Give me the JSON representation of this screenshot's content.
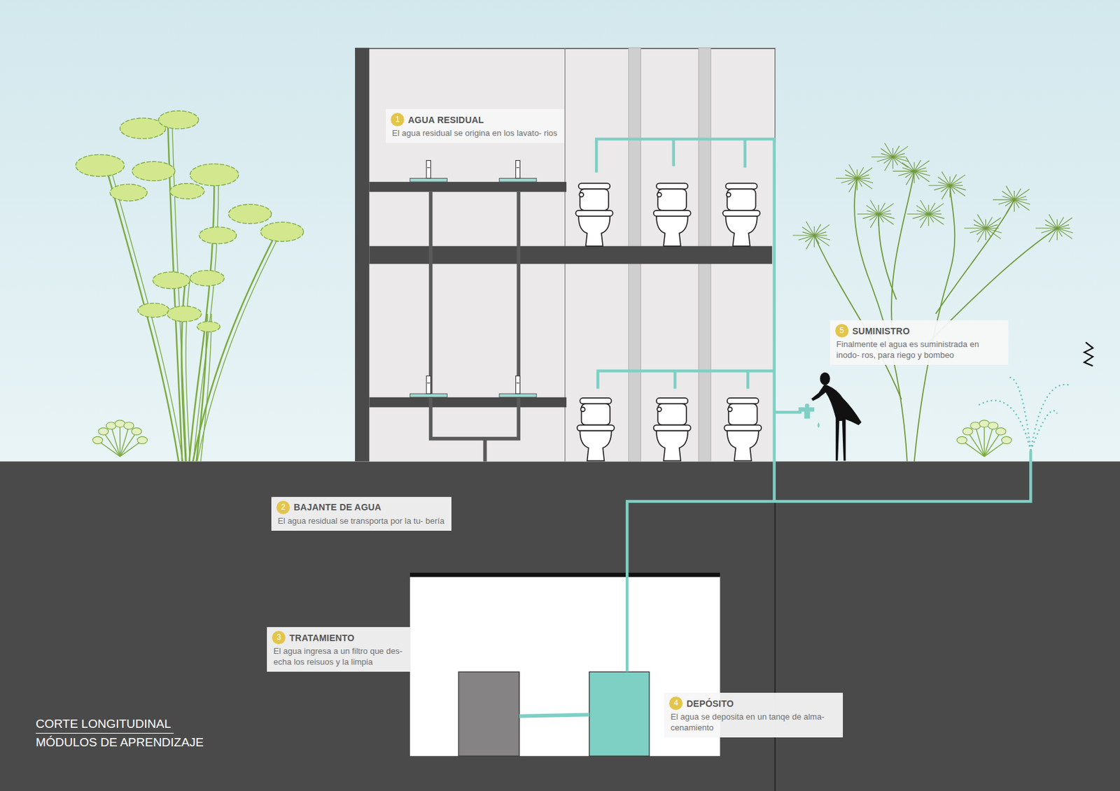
{
  "diagram": {
    "title": "CORTE LONGITUDINAL",
    "caption": "MÓDULOS DE APRENDIZAJE",
    "nodes": [
      {
        "text": [
          "1",
          "AGUA RESIDUAL",
          "El agua residual se origina en los lavato- rios"
        ]
      },
      {
        "text": [
          "5",
          "SUMINISTRO",
          "Finalmente el agua es suministrada en inodo- ros, para riego y bombeo"
        ]
      },
      {
        "text": [
          "2",
          "BAJANTE DE AGUA",
          "El agua residual se transporta por la tu- bería"
        ]
      },
      {
        "text": [
          "3",
          "TRATAMIENTO",
          "El agua ingresa a un filtro que des- echa los reisuos y la limpia"
        ]
      },
      {
        "text": [
          "4",
          "DEPÓSITO",
          "El agua se deposita en un tanqe de alma- cenamiento"
        ]
      }
    ]
  }
}
